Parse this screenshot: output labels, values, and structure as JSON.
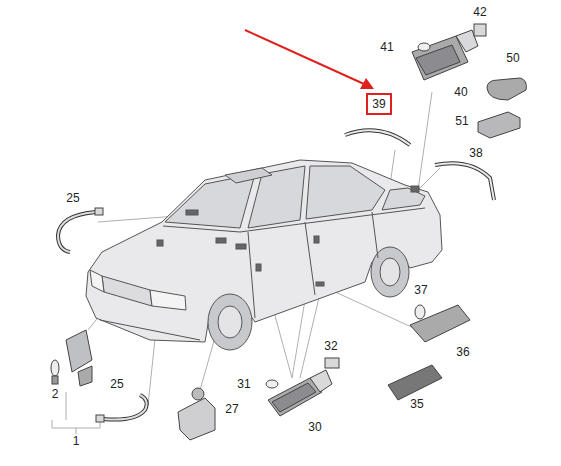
{
  "diagram": {
    "nodes": [
      {
        "text": [
          "39"
        ]
      }
    ],
    "edges": [],
    "labels": [
      "42",
      "41",
      "50",
      "40",
      "51",
      "38",
      "25",
      "37",
      "36",
      "32",
      "31",
      "35",
      "27",
      "25",
      "30",
      "2",
      "1"
    ]
  }
}
